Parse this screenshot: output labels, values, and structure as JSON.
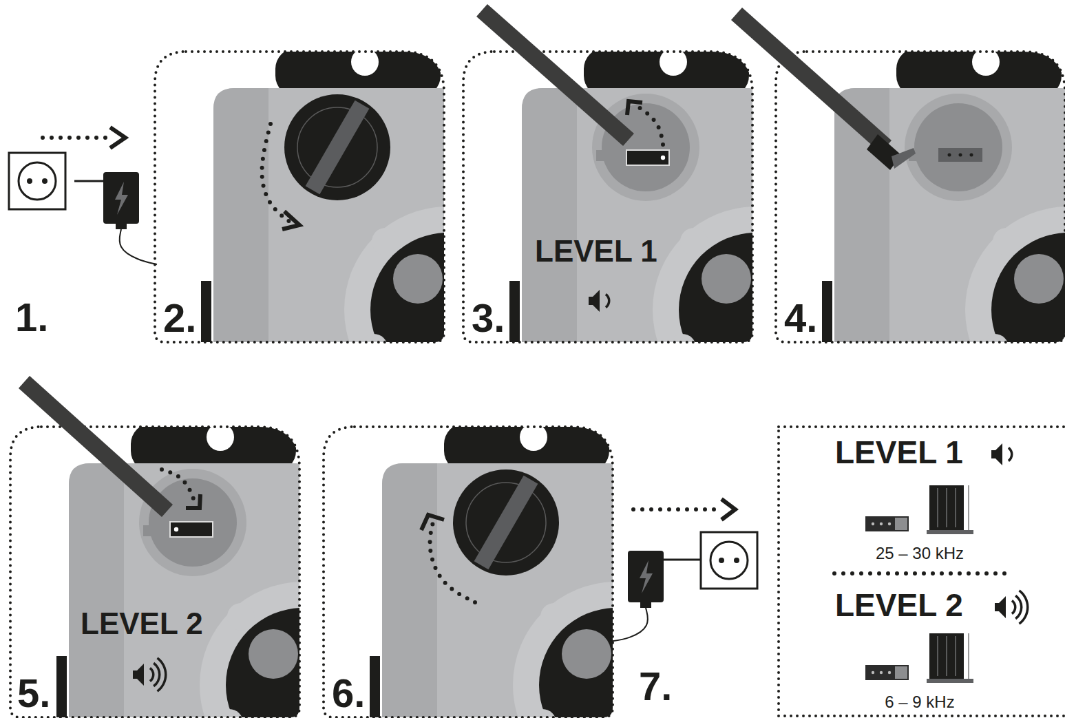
{
  "diagram": {
    "nodes": [
      {
        "text": [
          "2."
        ]
      },
      {
        "text": [
          "3.",
          "LEVEL 1"
        ]
      },
      {
        "text": [
          "4."
        ]
      },
      {
        "text": [
          "5.",
          "LEVEL 2"
        ]
      },
      {
        "text": [
          "6."
        ]
      },
      {
        "text": [
          "LEVEL 1",
          "25 – 30 kHz",
          "LEVEL 2",
          "6 – 9 kHz"
        ]
      }
    ],
    "labels": [
      "1.",
      "7."
    ]
  }
}
